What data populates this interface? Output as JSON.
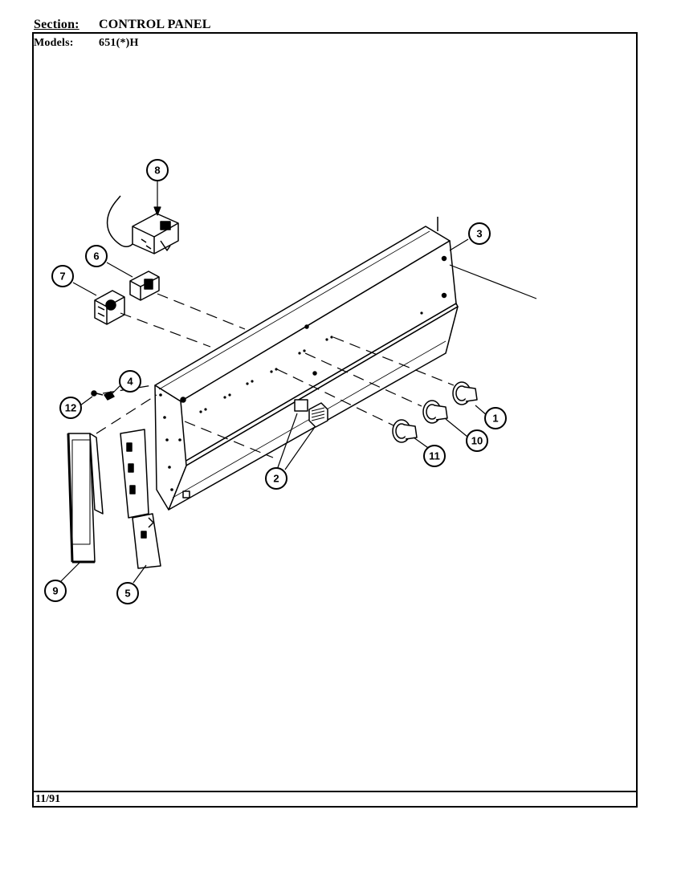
{
  "header": {
    "section_label": "Section:",
    "section_value": "CONTROL PANEL",
    "models_label": "Models:",
    "models_value": "651(*)H"
  },
  "footer": {
    "date": "11/91"
  },
  "callouts": {
    "c1": "1",
    "c2": "2",
    "c3": "3",
    "c4": "4",
    "c5": "5",
    "c6": "6",
    "c7": "7",
    "c8": "8",
    "c9": "9",
    "c10": "10",
    "c11": "11",
    "c12": "12"
  }
}
